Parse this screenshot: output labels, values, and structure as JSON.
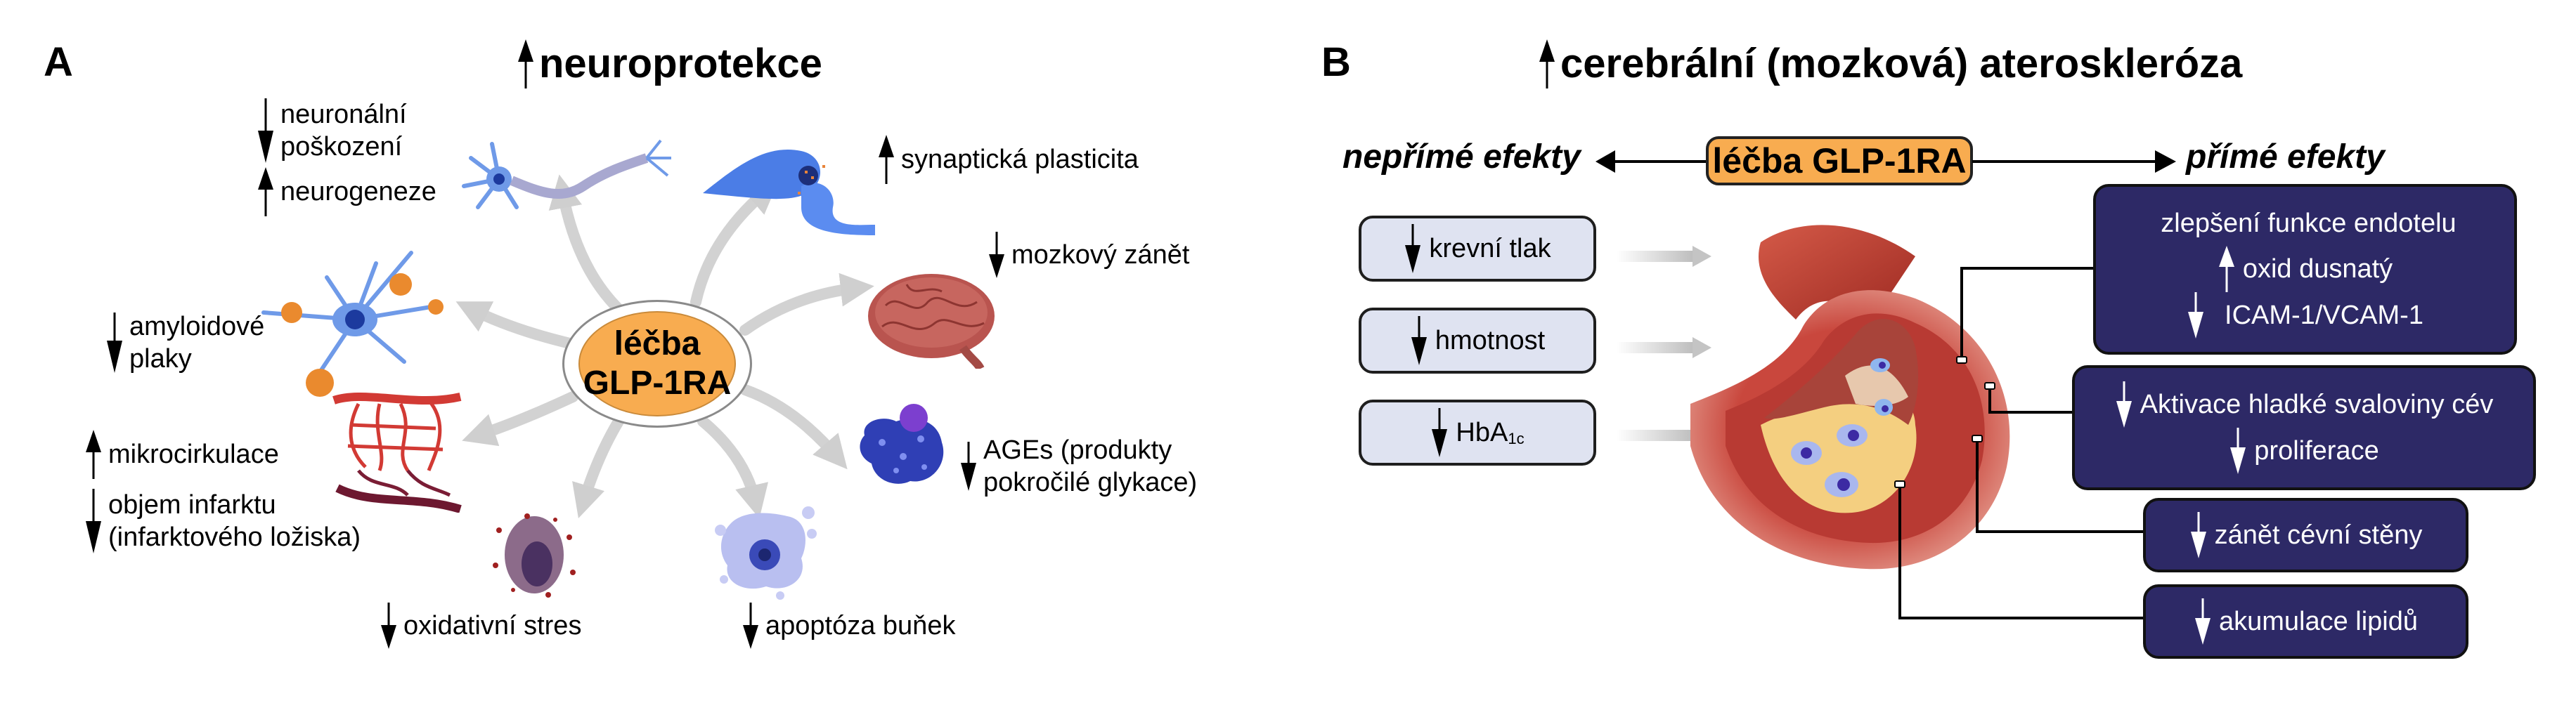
{
  "panel_a": {
    "letter": "A",
    "title": {
      "direction": "up",
      "text": "neuroprotekce"
    },
    "center": {
      "line1": "léčba",
      "line2": "GLP-1RA"
    },
    "effects": [
      {
        "id": "neuronal-damage",
        "direction": "down",
        "lines": [
          "neuronální",
          "poškození"
        ],
        "icon": "neuron-icon"
      },
      {
        "id": "neurogenesis",
        "direction": "up",
        "lines": [
          "neurogeneze"
        ],
        "icon": "neuron-icon"
      },
      {
        "id": "synaptic-plasticity",
        "direction": "up",
        "lines": [
          "synaptická plasticita"
        ],
        "icon": "synapse-icon"
      },
      {
        "id": "brain-inflammation",
        "direction": "down",
        "lines": [
          "mozkový zánět"
        ],
        "icon": "brain-icon"
      },
      {
        "id": "ages",
        "direction": "down",
        "lines": [
          "AGEs (produkty",
          "pokročilé glykace)"
        ],
        "icon": "protein-molecule-icon"
      },
      {
        "id": "cell-apoptosis",
        "direction": "down",
        "lines": [
          "apoptóza buňek"
        ],
        "icon": "apoptotic-cell-icon"
      },
      {
        "id": "oxidative-stress",
        "direction": "down",
        "lines": [
          "oxidativní stres"
        ],
        "icon": "stressed-cell-icon"
      },
      {
        "id": "microcirculation",
        "direction": "up",
        "lines": [
          "mikrocirkulace"
        ],
        "icon": "capillary-network-icon"
      },
      {
        "id": "infarct-volume",
        "direction": "down",
        "lines": [
          "objem infarktu",
          "(infarktového ložiska)"
        ],
        "icon": "capillary-network-icon"
      },
      {
        "id": "amyloid-plaques",
        "direction": "down",
        "lines": [
          "amyloidové",
          "plaky"
        ],
        "icon": "neuron-with-plaques-icon"
      }
    ]
  },
  "panel_b": {
    "letter": "B",
    "title": {
      "direction": "up",
      "text": "cerebrální (mozková) ateroskleróza"
    },
    "treatment": "léčba GLP-1RA",
    "indirect_label": "nepřímé efekty",
    "direct_label": "přímé efekty",
    "indirect_effects": [
      {
        "direction": "down",
        "text": "krevní tlak"
      },
      {
        "direction": "down",
        "text": "hmotnost"
      },
      {
        "direction": "down",
        "text": "HbA",
        "subscript": "1c"
      }
    ],
    "direct_effects": [
      {
        "lines": [
          {
            "direction": "none",
            "text": "zlepšení funkce endotelu"
          },
          {
            "direction": "up",
            "text": "oxid dusnatý"
          },
          {
            "direction": "down",
            "text": "ICAM-1/VCAM-1"
          }
        ]
      },
      {
        "lines": [
          {
            "direction": "down",
            "text": "Aktivace hladké svaloviny cév"
          },
          {
            "direction": "down",
            "text": "proliferace"
          }
        ]
      },
      {
        "lines": [
          {
            "direction": "down",
            "text": "zánět cévní stěny"
          }
        ]
      },
      {
        "lines": [
          {
            "direction": "down",
            "text": "akumulace lipidů"
          }
        ]
      }
    ],
    "illustration": "artery-cross-section-icon"
  },
  "colors": {
    "orange": "#f8ac50",
    "navy": "#2d2966",
    "light_blue_box": "#dfe3f1",
    "grey_arrow": "#c8c8c8"
  }
}
